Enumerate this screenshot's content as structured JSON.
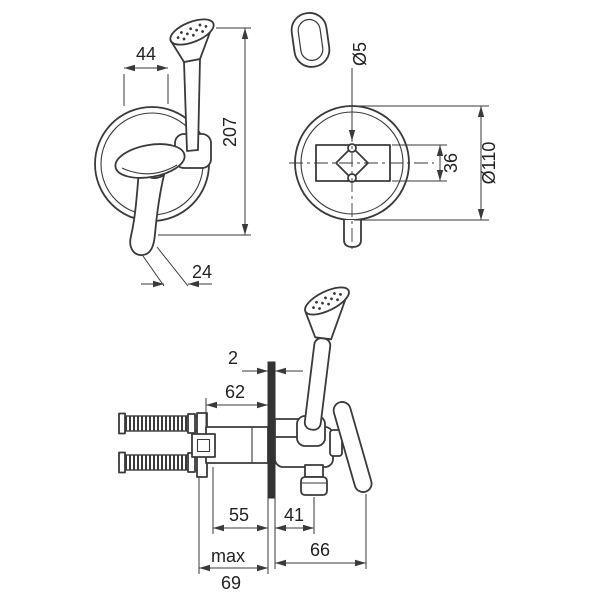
{
  "colors": {
    "background": "#ffffff",
    "line": "#3a3a3a",
    "text": "#222222"
  },
  "front_view": {
    "dim_width": "44",
    "dim_height": "207",
    "dim_lever": "24"
  },
  "escutcheon_view": {
    "dim_hole": "Ø5",
    "dim_slot": "36",
    "dim_diameter": "Ø110"
  },
  "side_view": {
    "dim_plate": "2",
    "dim_depth_a": "62",
    "dim_depth_b": "55",
    "dim_outlet": "41",
    "dim_max_label": "max",
    "dim_max_value": "69",
    "dim_front": "66"
  }
}
